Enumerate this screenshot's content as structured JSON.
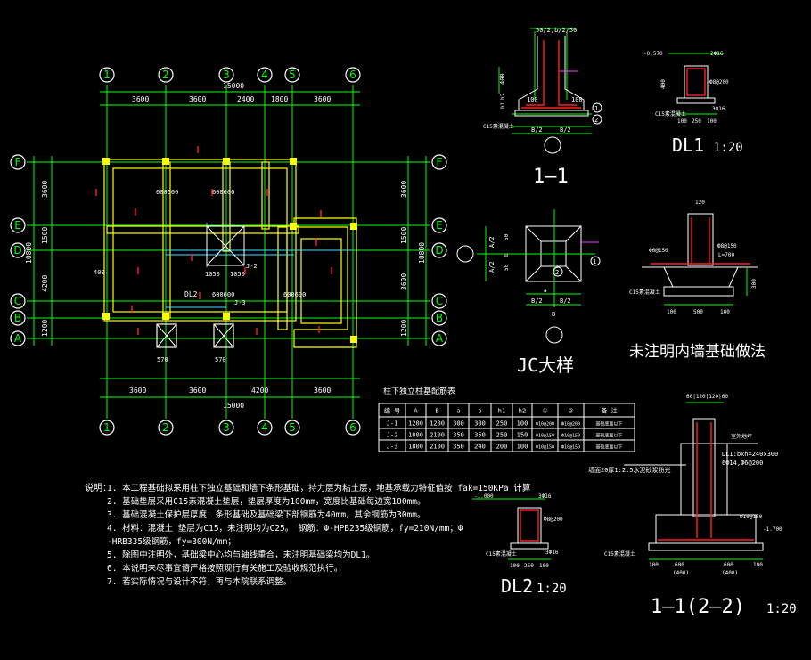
{
  "grid_bubbles_x": [
    "1",
    "2",
    "3",
    "4",
    "5",
    "6"
  ],
  "grid_bubbles_y": [
    "F",
    "E",
    "D",
    "C",
    "B",
    "A"
  ],
  "dims": {
    "top_total": "15000",
    "top_segments": [
      "3600",
      "3600",
      "2400",
      "1800",
      "3600"
    ],
    "bottom_total": "15000",
    "bottom_segments": [
      "3600",
      "3600",
      "4200",
      "3600"
    ],
    "left_total": "10800",
    "left_segments": [
      "3600",
      "1500",
      "4200",
      "1200"
    ],
    "right_total": "10800",
    "right_segments": [
      "3600",
      "1500",
      "3600",
      "1200"
    ]
  },
  "plan_labels": {
    "dl2": "DL2",
    "col_dim_1": "600600",
    "col_dim_2": "400",
    "col_dim_3": "1050",
    "col_dim_4": "570",
    "j2": "J-2",
    "j3": "J-3"
  },
  "table": {
    "title": "柱下独立柱基配筋表",
    "headers": [
      "编 号",
      "A",
      "B",
      "a",
      "b",
      "h1",
      "h2",
      "①",
      "②",
      "备 注"
    ],
    "rows": [
      [
        "J-1",
        "1200",
        "1200",
        "300",
        "300",
        "250",
        "100",
        "Ф10@200",
        "Ф10@200",
        "基础底面以下"
      ],
      [
        "J-2",
        "1800",
        "2100",
        "350",
        "350",
        "250",
        "150",
        "Ф10@150",
        "Ф10@150",
        "基础底面以下"
      ],
      [
        "J-3",
        "1800",
        "2100",
        "350",
        "240",
        "200",
        "100",
        "Ф10@150",
        "Ф10@150",
        "基础底面以下"
      ]
    ]
  },
  "notes": {
    "title": "说明：",
    "lines": [
      "1. 本工程基础拟采用柱下独立基础和墙下条形基础，持力层为粘土层，地基承载力特征值按 fak=150KPa 计算",
      "2. 基础垫层采用C15素混凝土垫层，垫层厚度为100mm，宽度比基础每边宽100mm。",
      "3. 基础混凝土保护层厚度：条形基础及基础梁下部钢筋为40mm，其余钢筋为30mm。",
      "4. 材料：混凝土  垫层为C15，未注明均为C25。  钢筋：Ф-HPB235级钢筋，fy=210N/mm；Ф",
      "   -HRB335级钢筋，fy=300N/mm；",
      "5. 除图中注明外，基础梁中心均与轴线重合，未注明基础梁均为DL1。",
      "6. 本说明未尽事宜请严格按照现行有关施工及验收规范执行。",
      "7. 若实际情况与设计不符，再与本院联系调整。"
    ]
  },
  "details": {
    "sec11_title": "1—1",
    "sec11_top": "50/2,b/2/50",
    "sec11_labels": [
      "400",
      "h2",
      "h1",
      "100",
      "B/2",
      "B/2",
      "100",
      "C15素混凝土"
    ],
    "sec11_marks": [
      "1",
      "2"
    ],
    "dl1_title": "DL1",
    "dl1_scale": "1:20",
    "dl1_labels": [
      "-0.570",
      "2Ф16",
      "400",
      "Ф8@200",
      "C15素混凝土",
      "3Ф16",
      "100",
      "250",
      "100"
    ],
    "jc_title": "JC大样",
    "jc_labels": [
      "A/2",
      "A/2",
      "50",
      "b",
      "a",
      "50",
      "B/2",
      "B/2",
      "B",
      "1",
      "2"
    ],
    "inner_title": "未注明内墙基础做法",
    "inner_labels": [
      "120",
      "Ф6@150",
      "Ф8@150",
      "L=700",
      "C15素混凝土",
      "100",
      "500",
      "100",
      "300"
    ],
    "dl2_title": "DL2",
    "dl2_scale": "1:20",
    "dl2_labels": [
      "-1.000",
      "3Ф16",
      "Ф8@200",
      "3Ф16",
      "C15素混凝土",
      "100",
      "250",
      "100"
    ],
    "sec22_title": "1—1(2—2)",
    "sec22_scale": "1:20",
    "sec22_labels": [
      "60|120|120|60",
      "室外地坪",
      "DL1:bxh=240x300",
      "6Ф14,Ф6@200",
      "墙面20厚1:2.5水泥砂浆粉光",
      "Ф10@150",
      "-1.700",
      "C15素混凝土",
      "100",
      "600",
      "600",
      "100",
      "(400)",
      "(400)"
    ]
  },
  "colors": {
    "green": "#00ff00",
    "white": "#ffffff",
    "yellow": "#ffff00",
    "red": "#ff2020",
    "magenta": "#ff40ff",
    "cyan": "#40e0ff",
    "background": "#000000"
  }
}
